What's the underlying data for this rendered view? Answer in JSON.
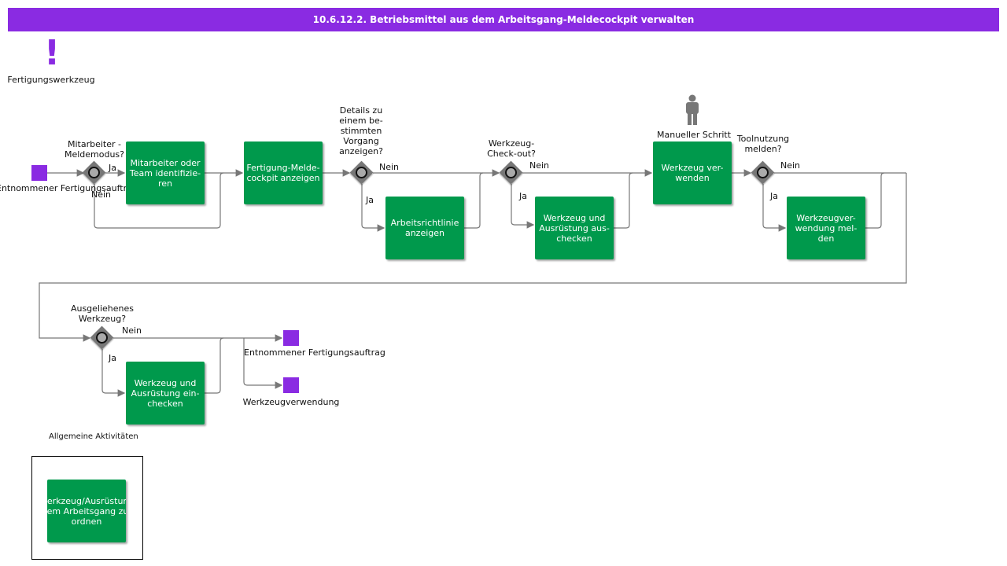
{
  "title": "10.6.12.2. Betriebsmittel aus dem Arbeitsgang-Meldecockpit verwalten",
  "resource_label": "Fertigungswerkzeug",
  "actor_label": "Manueller Schritt",
  "group_label": "Allgemeine Aktivitäten",
  "events": {
    "start": "Entnommener Fertigungsauftrag",
    "end1": "Entnommener Fertigungsauftrag",
    "end2": "Werkzeugverwendung"
  },
  "gateways": {
    "g1": {
      "question": "Mitarbeiter -\nMeldemodus?",
      "yes": "Ja",
      "no": "Nein"
    },
    "g2": {
      "question": "Details zu\neinem be-\nstimmten\nVorgang\nanzeigen?",
      "yes": "Ja",
      "no": "Nein"
    },
    "g3": {
      "question": "Werkzeug-\nCheck-out?",
      "yes": "Ja",
      "no": "Nein"
    },
    "g4": {
      "question": "Toolnutzung\nmelden?",
      "yes": "Ja",
      "no": "Nein"
    },
    "g5": {
      "question": "Ausgeliehenes\nWerkzeug?",
      "yes": "Ja",
      "no": "Nein"
    }
  },
  "tasks": {
    "t1": "Mitarbeiter oder\nTeam identifizie-\nren",
    "t2": "Fertigung-Melde-\ncockpit anzeigen",
    "t3": "Arbeitsrichtlinie\nanzeigen",
    "t4": "Werkzeug und\nAusrüstung aus-\nchecken",
    "t5": "Werkzeug ver-\nwenden",
    "t6": "Werkzeugver-\nwendung mel-\nden",
    "t7": "Werkzeug und\nAusrüstung ein-\nchecken",
    "t8": "Werkzeug/Ausrüstung\ndem Arbeitsgang zu-\nordnen"
  },
  "colors": {
    "header": "#8a2be2",
    "task": "#00994c",
    "event": "#8a2be2",
    "gateway": "#777777",
    "connector": "#777777"
  }
}
